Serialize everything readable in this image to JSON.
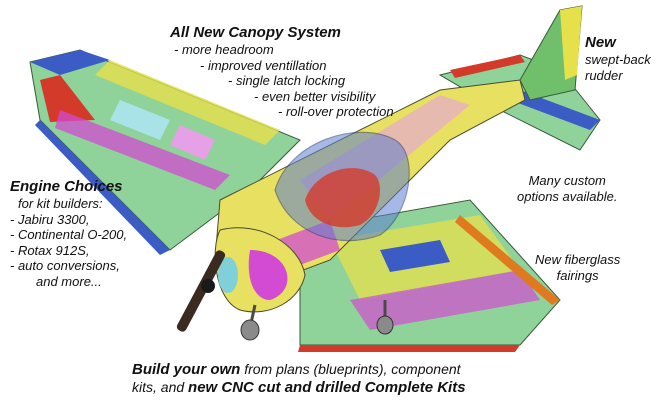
{
  "canopy": {
    "title": "All New Canopy System",
    "items": [
      "- more headroom",
      "- improved ventillation",
      "- single latch locking",
      "- even better visibility",
      "- roll-over protection"
    ]
  },
  "engine": {
    "title": "Engine Choices",
    "lines": [
      "for kit builders:",
      "- Jabiru 3300,",
      "- Continental O-200,",
      "- Rotax 912S,",
      "- auto conversions,",
      "and more..."
    ]
  },
  "rudder": {
    "title": "New",
    "lines": [
      "swept-back",
      "rudder"
    ]
  },
  "options": {
    "lines": [
      "Many custom",
      "options available."
    ]
  },
  "fairings": {
    "lines": [
      "New fiberglass",
      "fairings"
    ]
  },
  "build": {
    "bold1": "Build your own",
    "text1": " from plans (blueprints), component",
    "text2": "kits, and ",
    "bold2": "new CNC cut and drilled",
    "bold3": " Complete Kits"
  },
  "colors": {
    "wing_blue": "#3b5cc4",
    "wing_green": "#8fd39a",
    "wing_yellow": "#e6e04a",
    "part_magenta": "#d24bd2",
    "part_red": "#d43a2a",
    "part_orange": "#e07a1f",
    "canopy_tint": "#5f7fd0",
    "rudder_green": "#6fbf6b",
    "fuselage_yellow": "#e8e060"
  }
}
